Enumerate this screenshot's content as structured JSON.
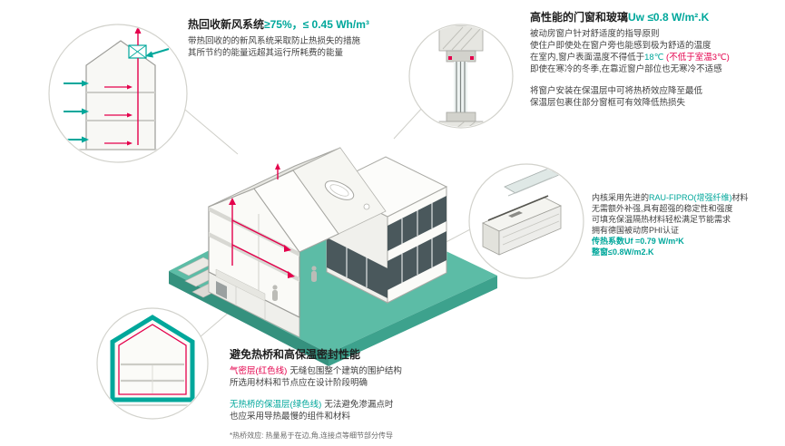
{
  "colors": {
    "accent_teal": "#00a79b",
    "accent_red": "#e4004c",
    "ground_teal": "#5cbca6"
  },
  "callouts": {
    "ventilation": {
      "title": "热回收新风系统",
      "title_value": "≥75%，≤ 0.45 Wh/m³",
      "lines": [
        "带热回收的的新风系统采取防止热损失的措施",
        "其所节约的能量远超其运行所耗费的能量"
      ]
    },
    "window_glass": {
      "title": "高性能的门窗和玻璃",
      "title_value": "Uw ≤0.8 W/m².K",
      "para1": [
        "被动房窗户针对舒适度的指导原则",
        "使住户即使处在窗户旁也能感到极为舒适的温度"
      ],
      "temp_line": {
        "pre": "在室内,窗户表面温度不得低于",
        "value": "18℃",
        "note": "(不低于室温3℃)"
      },
      "para1_end": "即使在寒冷的冬季,在靠近窗户部位也无寒冷不适感",
      "para2": [
        "将窗户安装在保温层中可将热桥效应降至最低",
        "保温层包裹住部分窗框可有效降低热损失"
      ]
    },
    "frame_profile": {
      "line1_pre": "内核采用先进的",
      "line1_highlight": "RAU-FIPRO(增强纤维)",
      "line1_post": "材料",
      "lines": [
        "无需额外补强,具有超强的稳定性和强度",
        "可填充保温隔热材料轻松满足节能需求",
        "拥有德国被动房PHI认证"
      ],
      "uf_value": "传热系数Uf =0.79 W/m²K",
      "uw_value": "整窗≤0.8W/m2.K"
    },
    "thermal_bridge": {
      "title": "避免热桥和高保温密封性能",
      "airtight_label": "气密层(红色线)",
      "airtight_text": "无缝包围整个建筑的围护结构",
      "line2": "所选用材料和节点应在设计阶段明确",
      "insulation_label": "无热桥的保温层(绿色线)",
      "insulation_text": "无法避免渗漏点时",
      "line4": "也应采用导热最慢的组件和材料",
      "footnote": "*热桥效应: 热量易于在边,角,连接点等细节部分传导"
    }
  },
  "illustrations": {
    "main_house": "passive-house-isometric-cutaway",
    "top_left_circle": "heat-recovery-ventilation-section",
    "top_right_circle": "window-installation-section",
    "middle_right_circle": "window-frame-profile-3d",
    "bottom_left_circle": "insulated-envelope-section"
  }
}
